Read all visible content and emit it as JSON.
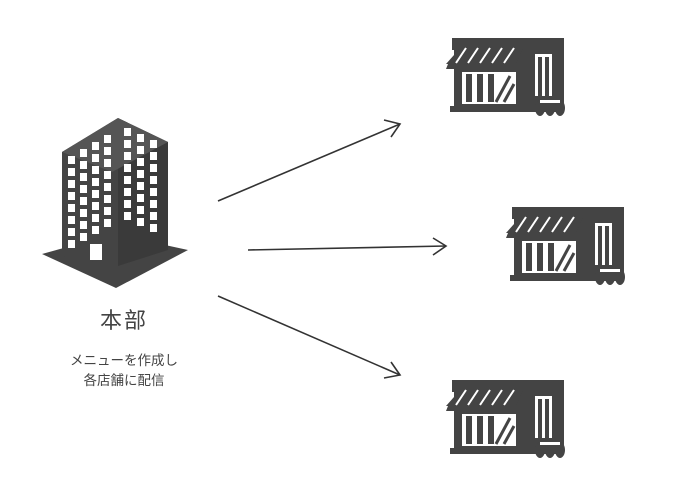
{
  "headquarters": {
    "title": "本部",
    "description_lines": [
      "メニューを作成し",
      "各店舗に配信"
    ],
    "icon": "office-building-icon"
  },
  "stores": [
    {
      "icon": "store-front-icon"
    },
    {
      "icon": "store-front-icon"
    },
    {
      "icon": "store-front-icon"
    }
  ],
  "arrows": [
    {
      "from": "headquarters",
      "to": "store-1"
    },
    {
      "from": "headquarters",
      "to": "store-2"
    },
    {
      "from": "headquarters",
      "to": "store-3"
    }
  ],
  "colors": {
    "icon_fill": "#444444",
    "arrow_stroke": "#333333",
    "background": "#ffffff"
  }
}
